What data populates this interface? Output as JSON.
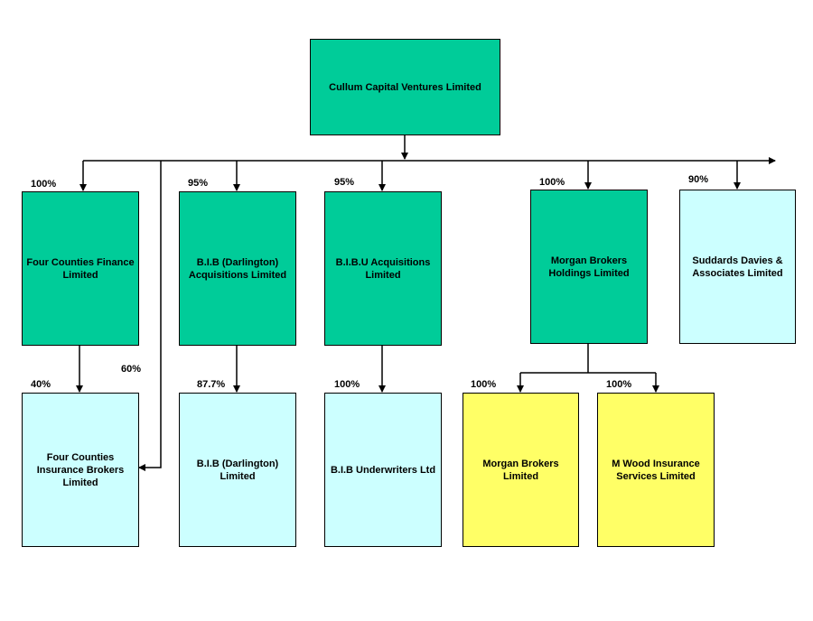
{
  "colors": {
    "parent": "#00CC99",
    "subsidiary_light": "#CCFFFF",
    "subsidiary_yellow": "#FFFF66",
    "line": "#000000"
  },
  "nodes": {
    "cullum_capital_ventures": "Cullum Capital Ventures Limited",
    "four_counties_finance": "Four Counties Finance Limited",
    "bib_darlington_acquisitions": "B.I.B (Darlington) Acquisitions Limited",
    "bibu_acquisitions": "B.I.B.U Acquisitions Limited",
    "morgan_brokers_holdings": "Morgan Brokers Holdings Limited",
    "suddards_davies": "Suddards Davies & Associates Limited",
    "four_counties_insurance": "Four Counties Insurance Brokers Limited",
    "bib_darlington": "B.I.B (Darlington) Limited",
    "bib_underwriters": "B.I.B Underwriters Ltd",
    "morgan_brokers": "Morgan Brokers Limited",
    "m_wood_insurance": "M Wood Insurance Services Limited"
  },
  "ownership": {
    "four_counties_finance": "100%",
    "bib_darlington_acquisitions": "95%",
    "bibu_acquisitions": "95%",
    "morgan_brokers_holdings": "100%",
    "suddards_davies": "90%",
    "four_counties_insurance_via_finance": "40%",
    "four_counties_insurance_via_cullum": "60%",
    "bib_darlington": "87.7%",
    "bib_underwriters": "100%",
    "morgan_brokers": "100%",
    "m_wood_insurance": "100%"
  }
}
